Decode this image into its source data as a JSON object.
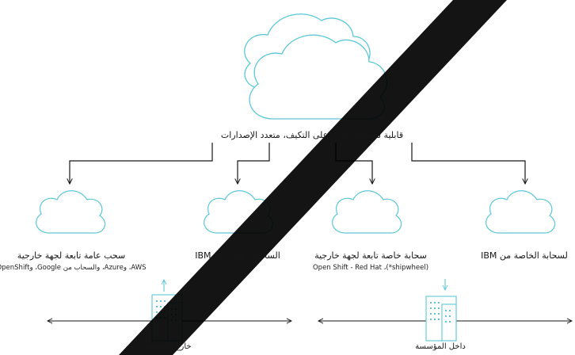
{
  "diagram": {
    "main_label": "قابلية للتطوير، قدرة على التكيف، متعدد الإصدارات",
    "clouds": [
      {
        "title": "سحب عامة تابعة لجهة خارجية",
        "subtitle": "AWS، وAzure، والسحاب من Google، وOpenShift"
      },
      {
        "title": "السحابة العامة من IBM",
        "subtitle": ""
      },
      {
        "title": "سحابة خاصة تابعة لجهة خارجية",
        "subtitle": "Open Shift - Red Hat ،(*shipwheel)"
      },
      {
        "title": "لسحابة الخاصة من IBM",
        "subtitle": ""
      }
    ],
    "locations": {
      "off_premise": "خارج المؤسسة",
      "on_premise": "داخل المؤسسة"
    },
    "colors": {
      "cloud_stroke": "#5cc8d6",
      "line": "#161616",
      "watermark": "#000000"
    },
    "icons": {
      "cloud": "cloud-icon",
      "building": "building-icon",
      "arrow": "arrow-icon"
    }
  }
}
